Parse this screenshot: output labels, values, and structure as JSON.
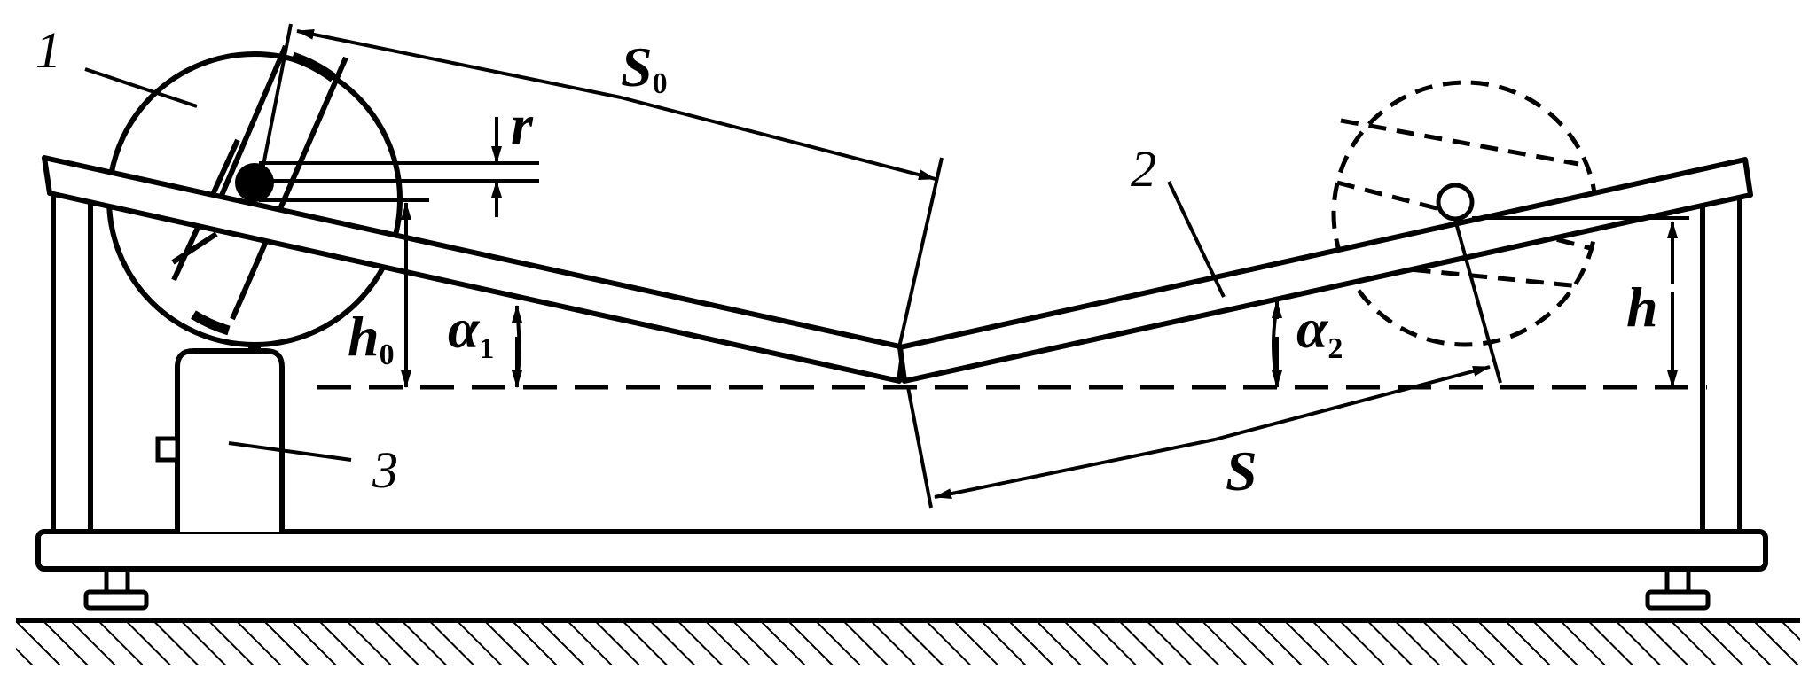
{
  "figure": {
    "callouts": {
      "part1": "1",
      "part2": "2",
      "part3": "3"
    },
    "dimensions": {
      "S0": {
        "main": "S",
        "sub": "0"
      },
      "S": {
        "main": "S"
      },
      "r": {
        "main": "r"
      },
      "h0": {
        "main": "h",
        "sub": "0"
      },
      "h": {
        "main": "h"
      },
      "alpha1": {
        "main": "α",
        "sub": "1"
      },
      "alpha2": {
        "main": "α",
        "sub": "2"
      }
    },
    "colors": {
      "ink": "#000000",
      "background": "#ffffff"
    }
  }
}
